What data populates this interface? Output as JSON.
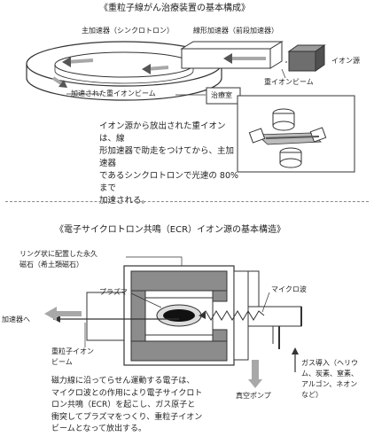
{
  "top": {
    "title": "《重粒子線がん治療装置の基本構成》",
    "label_main_accelerator": "主加速器（シンクロトロン）",
    "label_linac": "線形加速器（前段加速器）",
    "label_ion_source": "イオン源",
    "label_heavy_ion_beam": "重イオンビーム",
    "label_accelerated_beam": "加速された重イオンビーム",
    "label_treatment_room": "治療室",
    "description_lines": [
      "イオン源から放出された重イオンは、線",
      "形加速器で助走をつけてから、主加速器",
      "であるシンクロトロンで光速の 80% まで",
      "加速される。"
    ]
  },
  "bottom": {
    "title": "《電子サイクロトロン共鳴（ECR）イオン源の基本構造》",
    "label_magnet_line1": "リング状に配置した永久",
    "label_magnet_line2": "磁石（希土類磁石）",
    "label_plasma": "プラズマ",
    "label_microwave": "マイクロ波",
    "label_to_accelerator": "加速器へ",
    "label_ion_beam_line1": "重粒子イオン",
    "label_ion_beam_line2": "ビーム",
    "label_gas_lines": [
      "ガス導入（ヘリウ",
      "ム、炭素、窒素、",
      "アルゴン、ネオン",
      "など）"
    ],
    "label_vacuum_pump": "真空ポンプ",
    "description_lines": [
      "磁力線に沿ってらせん運動する電子は、",
      "マイクロ波との作用により電子サイクロト",
      "ロン共鳴（ECR）を起こし、ガス原子と",
      "衝突してプラズマをつくり、重粒子イオン",
      "ビームとなって放出する。"
    ]
  },
  "colors": {
    "magnet_gray": "#8c8c8c",
    "dark_box": "#6e6e6e",
    "plasma_black": "#111111",
    "arrow_gray": "#a8a8a8",
    "line": "#333333"
  }
}
